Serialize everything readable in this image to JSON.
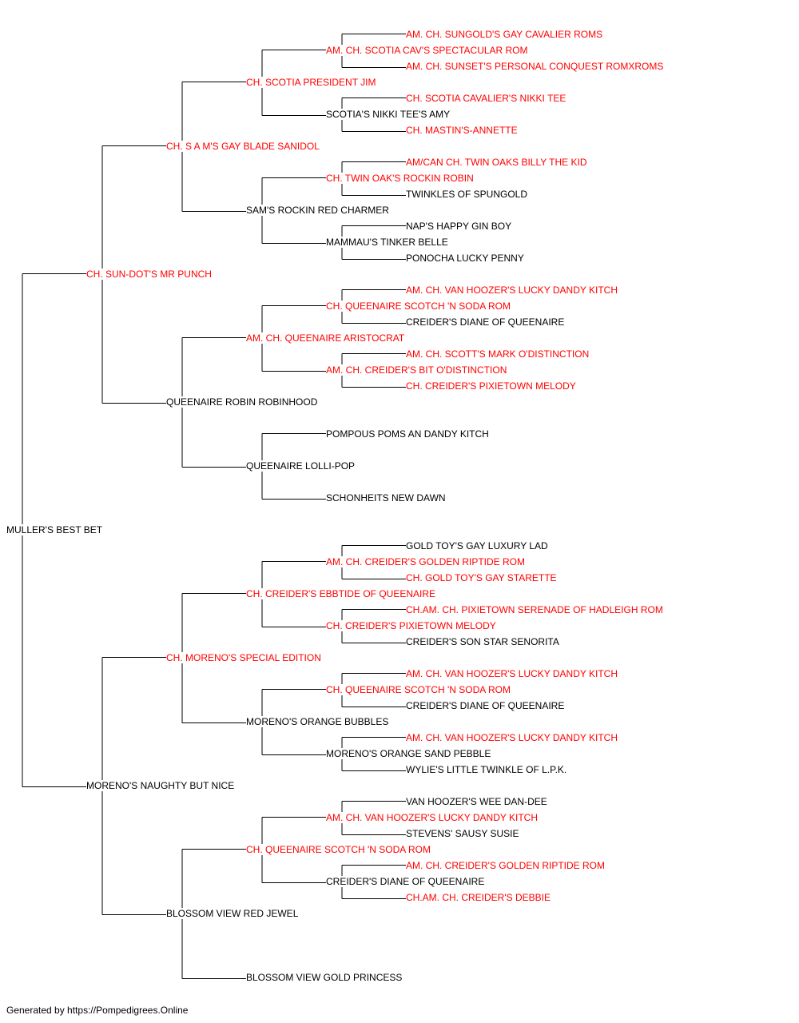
{
  "colors": {
    "champion": "#ff0000",
    "regular": "#000000",
    "line": "#000000"
  },
  "footer": "Generated by https://Pompedigrees.Online",
  "pedigree": {
    "name": "MULLER'S BEST BET",
    "champion": false,
    "sire": {
      "name": "CH. SUN-DOT'S MR PUNCH",
      "champion": true,
      "sire": {
        "name": "CH. S A M'S GAY BLADE SANIDOL",
        "champion": true,
        "sire": {
          "name": "CH. SCOTIA PRESIDENT JIM",
          "champion": true,
          "sire": {
            "name": "AM. CH. SCOTIA CAV'S SPECTACULAR ROM",
            "champion": true,
            "sire": {
              "name": "AM. CH. SUNGOLD'S GAY CAVALIER ROMS",
              "champion": true
            },
            "dam": {
              "name": "AM. CH. SUNSET'S PERSONAL CONQUEST ROMXROMS",
              "champion": true
            }
          },
          "dam": {
            "name": "SCOTIA'S NIKKI TEE'S AMY",
            "champion": false,
            "sire": {
              "name": "CH. SCOTIA CAVALIER'S NIKKI TEE",
              "champion": true
            },
            "dam": {
              "name": "CH. MASTIN'S-ANNETTE",
              "champion": true
            }
          }
        },
        "dam": {
          "name": "SAM'S ROCKIN RED CHARMER",
          "champion": false,
          "sire": {
            "name": "CH. TWIN OAK'S ROCKIN ROBIN",
            "champion": true,
            "sire": {
              "name": "AM/CAN CH. TWIN OAKS BILLY THE KID",
              "champion": true
            },
            "dam": {
              "name": "TWINKLES OF SPUNGOLD",
              "champion": false
            }
          },
          "dam": {
            "name": "MAMMAU'S TINKER BELLE",
            "champion": false,
            "sire": {
              "name": "NAP'S HAPPY GIN BOY",
              "champion": false
            },
            "dam": {
              "name": "PONOCHA LUCKY PENNY",
              "champion": false
            }
          }
        }
      },
      "dam": {
        "name": "QUEENAIRE ROBIN ROBINHOOD",
        "champion": false,
        "sire": {
          "name": "AM. CH. QUEENAIRE ARISTOCRAT",
          "champion": true,
          "sire": {
            "name": "CH. QUEENAIRE SCOTCH 'N SODA ROM",
            "champion": true,
            "sire": {
              "name": "AM. CH. VAN HOOZER'S LUCKY DANDY KITCH",
              "champion": true
            },
            "dam": {
              "name": "CREIDER'S DIANE OF QUEENAIRE",
              "champion": false
            }
          },
          "dam": {
            "name": "AM. CH. CREIDER'S BIT O'DISTINCTION",
            "champion": true,
            "sire": {
              "name": "AM. CH. SCOTT'S MARK O'DISTINCTION",
              "champion": true
            },
            "dam": {
              "name": "CH. CREIDER'S PIXIETOWN MELODY",
              "champion": true
            }
          }
        },
        "dam": {
          "name": "QUEENAIRE LOLLI-POP",
          "champion": false,
          "sire": {
            "name": "POMPOUS POMS AN DANDY KITCH",
            "champion": false
          },
          "dam": {
            "name": "SCHONHEITS NEW DAWN",
            "champion": false
          }
        }
      }
    },
    "dam": {
      "name": "MORENO'S NAUGHTY BUT NICE",
      "champion": false,
      "sire": {
        "name": "CH. MORENO'S SPECIAL EDITION",
        "champion": true,
        "sire": {
          "name": "CH. CREIDER'S EBBTIDE OF QUEENAIRE",
          "champion": true,
          "sire": {
            "name": "AM. CH. CREIDER'S GOLDEN RIPTIDE ROM",
            "champion": true,
            "sire": {
              "name": "GOLD TOY'S GAY LUXURY LAD",
              "champion": false
            },
            "dam": {
              "name": "CH. GOLD TOY'S GAY STARETTE",
              "champion": true
            }
          },
          "dam": {
            "name": "CH. CREIDER'S PIXIETOWN MELODY",
            "champion": true,
            "sire": {
              "name": "CH.AM. CH. PIXIETOWN SERENADE OF HADLEIGH ROM",
              "champion": true
            },
            "dam": {
              "name": "CREIDER'S SON STAR SENORITA",
              "champion": false
            }
          }
        },
        "dam": {
          "name": "MORENO'S ORANGE BUBBLES",
          "champion": false,
          "sire": {
            "name": "CH. QUEENAIRE SCOTCH 'N SODA ROM",
            "champion": true,
            "sire": {
              "name": "AM. CH. VAN HOOZER'S LUCKY DANDY KITCH",
              "champion": true
            },
            "dam": {
              "name": "CREIDER'S DIANE OF QUEENAIRE",
              "champion": false
            }
          },
          "dam": {
            "name": "MORENO'S ORANGE SAND PEBBLE",
            "champion": false,
            "sire": {
              "name": "AM. CH. VAN HOOZER'S LUCKY DANDY KITCH",
              "champion": true
            },
            "dam": {
              "name": "WYLIE'S LITTLE TWINKLE OF L.P.K.",
              "champion": false
            }
          }
        }
      },
      "dam": {
        "name": "BLOSSOM VIEW RED JEWEL",
        "champion": false,
        "sire": {
          "name": "CH. QUEENAIRE SCOTCH 'N SODA ROM",
          "champion": true,
          "sire": {
            "name": "AM. CH. VAN HOOZER'S LUCKY DANDY KITCH",
            "champion": true,
            "sire": {
              "name": "VAN HOOZER'S WEE DAN-DEE",
              "champion": false
            },
            "dam": {
              "name": "STEVENS' SAUSY SUSIE",
              "champion": false
            }
          },
          "dam": {
            "name": "CREIDER'S DIANE OF QUEENAIRE",
            "champion": false,
            "sire": {
              "name": "AM. CH. CREIDER'S GOLDEN RIPTIDE ROM",
              "champion": true
            },
            "dam": {
              "name": "CH.AM. CH. CREIDER'S DEBBIE",
              "champion": true
            }
          }
        },
        "dam": {
          "name": "BLOSSOM VIEW GOLD PRINCESS",
          "champion": false
        }
      }
    }
  }
}
